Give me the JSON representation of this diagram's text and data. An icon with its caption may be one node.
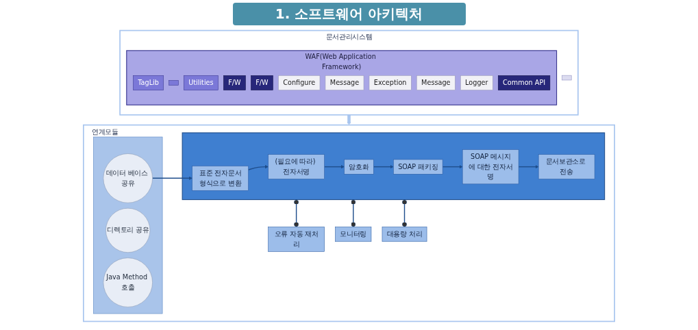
{
  "diagram": {
    "title": "1. 소프트웨어 아키텍처",
    "nodes": [
      {
        "text": [
          "문서관리시스템"
        ]
      },
      {
        "text": [
          "WAF(Web Application Framework)"
        ],
        "in": 0
      },
      {
        "text": [
          "TagLib"
        ],
        "in": 1
      },
      {
        "text": [],
        "shape": "box",
        "in": 1
      },
      {
        "text": [
          "Utilities"
        ],
        "in": 1
      },
      {
        "text": [
          "F/W"
        ],
        "in": 1
      },
      {
        "text": [
          "F/W"
        ],
        "in": 1
      },
      {
        "text": [
          "Configure"
        ],
        "in": 1
      },
      {
        "text": [
          "Message"
        ],
        "in": 1
      },
      {
        "text": [
          "Exception"
        ],
        "in": 1
      },
      {
        "text": [
          "Message"
        ],
        "in": 1
      },
      {
        "text": [
          "Logger"
        ],
        "in": 1
      },
      {
        "text": [
          "Common API"
        ],
        "in": 1
      },
      {
        "text": [],
        "shape": "box",
        "in": 0
      },
      {
        "text": [
          "연계모듈"
        ]
      },
      {
        "text": [],
        "shape": "box",
        "in": 14
      },
      {
        "text": [
          "디렉토리 공유"
        ],
        "in": 15
      },
      {
        "text": [
          "데이터 베이스 공유"
        ],
        "in": 15
      },
      {
        "text": [
          "Java Method 호출"
        ],
        "in": 15
      },
      {
        "text": [],
        "shape": "box",
        "in": 14
      },
      {
        "text": [
          "표준 전자문서형식으로 변환"
        ],
        "in": 19
      },
      {
        "text": [
          "(필요에 따라) 전자서명"
        ],
        "in": 19
      },
      {
        "text": [
          "암호화"
        ],
        "in": 19
      },
      {
        "text": [
          "SOAP 패키징"
        ],
        "in": 19
      },
      {
        "text": [
          "SOAP 메시지에 대한 전자서명"
        ],
        "in": 19
      },
      {
        "text": [
          "문서보관소로 전송"
        ],
        "in": 19
      },
      {
        "text": [
          "오류 자동 재처리"
        ],
        "in": 14
      },
      {
        "text": [
          "모니터링"
        ],
        "in": 14
      },
      {
        "text": [
          "대용량 처리"
        ],
        "in": 14
      }
    ],
    "edges": [
      {
        "from": 0,
        "to": 14,
        "arrow": "to",
        "style": "thick",
        "color": "#a9c6ef"
      },
      {
        "from": 17,
        "to": 20,
        "arrow": "to"
      },
      {
        "from": 20,
        "to": 21,
        "arrow": "to"
      },
      {
        "from": 21,
        "to": 22,
        "arrow": "to"
      },
      {
        "from": 22,
        "to": 23,
        "arrow": "to"
      },
      {
        "from": 23,
        "to": 24,
        "arrow": "to"
      },
      {
        "from": 24,
        "to": 25,
        "arrow": "to"
      },
      {
        "from": 19,
        "to": 26,
        "arrow": "other"
      },
      {
        "from": 19,
        "to": 27,
        "arrow": "other"
      },
      {
        "from": 19,
        "to": 28,
        "arrow": "other"
      }
    ]
  }
}
